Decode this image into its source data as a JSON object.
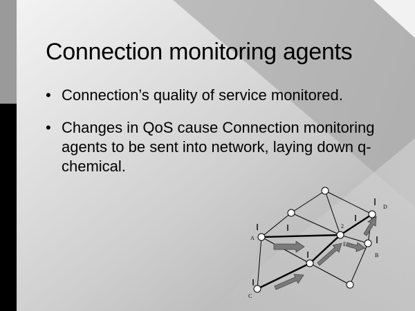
{
  "slide": {
    "title": "Connection monitoring agents",
    "bullets": [
      "Connection’s quality of service monitored.",
      "Changes in QoS cause Connection monitoring agents to be sent into network, laying down q-chemical."
    ],
    "bullet_glyph": "•"
  },
  "diagram": {
    "node_labels": {
      "A": "A",
      "B": "B",
      "C": "C",
      "D": "D",
      "n2": "2",
      "E": "E"
    }
  },
  "colors": {
    "background": "#c9c9c9",
    "accent_dark": "#000000",
    "arrow_fill": "#7a7a7a"
  }
}
